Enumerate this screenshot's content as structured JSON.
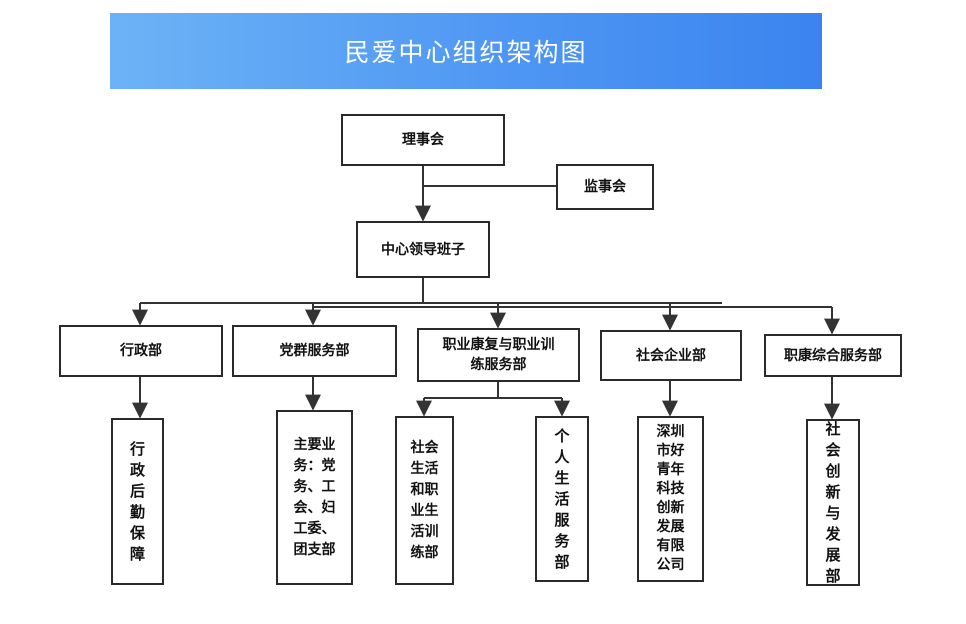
{
  "banner": {
    "title": "民爱中心组织架构图",
    "gradient": [
      "#6cb3f6",
      "#3b84ef"
    ]
  },
  "colors": {
    "line": "#333333",
    "box_border": "#2a2a2a",
    "text": "#111111"
  },
  "top": {
    "board": "理事会",
    "supervisors": "监事会",
    "leadership": "中心领导班子"
  },
  "departments": [
    {
      "name": "行政部",
      "units": [
        "行政后勤保障"
      ]
    },
    {
      "name": "党群服务部",
      "units": [
        "主要业\n务：党\n务、工\n会、妇\n工委、\n团支部"
      ]
    },
    {
      "name": "职业康复与职业训\n练服务部",
      "units": [
        "社会\n生活\n和职\n业生\n活训\n练部",
        "个人生活服务部"
      ]
    },
    {
      "name": "社会企业部",
      "units": [
        "深圳\n市好\n青年\n科技\n创新\n发展\n有限\n公司"
      ]
    },
    {
      "name": "职康综合服务部",
      "units": [
        "社会创新与发展部"
      ]
    }
  ]
}
